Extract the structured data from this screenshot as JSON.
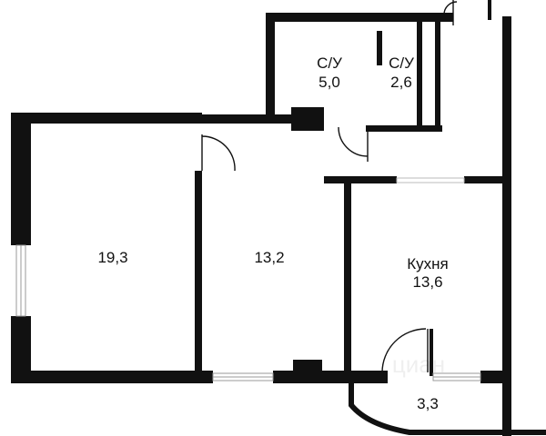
{
  "colors": {
    "wall": "#111111",
    "background": "#ffffff",
    "window": "#bbbbbb",
    "door": "#111111"
  },
  "rooms": {
    "room_large": {
      "area": "19,3"
    },
    "room_middle": {
      "area": "13,2"
    },
    "kitchen": {
      "name": "Кухня",
      "area": "13,6"
    },
    "bathroom_1": {
      "name": "С/У",
      "area": "5,0"
    },
    "bathroom_2": {
      "name": "С/У",
      "area": "2,6"
    },
    "balcony": {
      "area": "3,3"
    }
  }
}
